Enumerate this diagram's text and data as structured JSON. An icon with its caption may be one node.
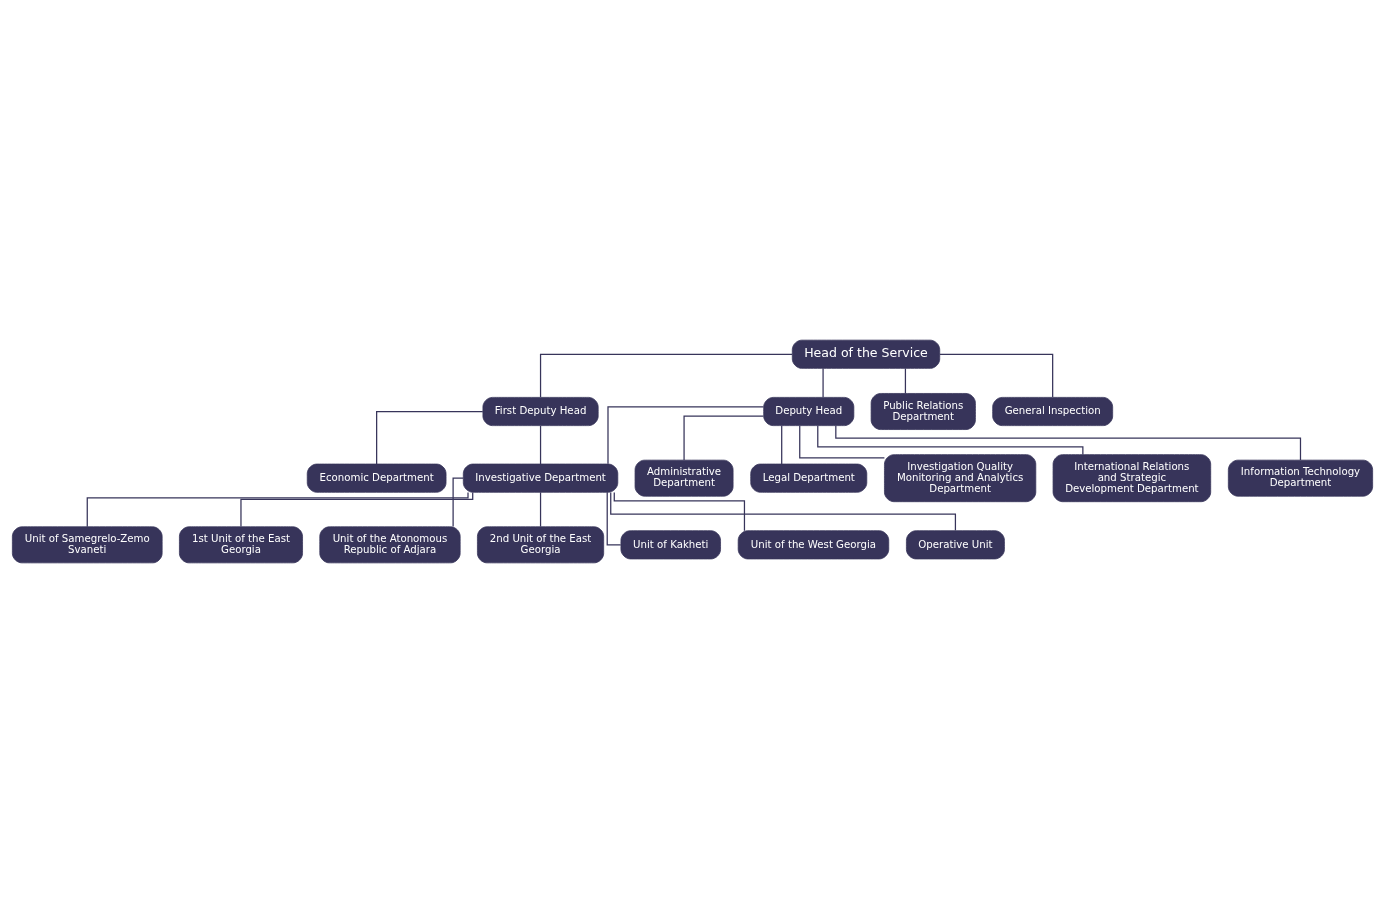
{
  "diagram": {
    "nodes": [
      {
        "text": [
          "Head of the Service"
        ]
      },
      {
        "text": [
          "First Deputy Head"
        ]
      },
      {
        "text": [
          "Deputy Head"
        ]
      },
      {
        "text": [
          "Public Relations Department"
        ]
      },
      {
        "text": [
          "General Inspection"
        ]
      },
      {
        "text": [
          "Economic Department"
        ]
      },
      {
        "text": [
          "Investigative Department"
        ]
      },
      {
        "text": [
          "Administrative Department"
        ]
      },
      {
        "text": [
          "Legal Department"
        ]
      },
      {
        "text": [
          "Investigation Quality Monitoring and Analytics Department"
        ]
      },
      {
        "text": [
          "International Relations and Strategic Development Department"
        ]
      },
      {
        "text": [
          "Information Technology Department"
        ]
      },
      {
        "text": [
          "Unit of Samegrelo-Zemo Svaneti"
        ]
      },
      {
        "text": [
          "1st Unit of the East Georgia"
        ]
      },
      {
        "text": [
          "Unit of the Atonomous Republic of Adjara"
        ]
      },
      {
        "text": [
          "2nd Unit of the East Georgia"
        ]
      },
      {
        "text": [
          "Unit of Kakheti"
        ]
      },
      {
        "text": [
          "Unit of the West Georgia"
        ]
      },
      {
        "text": [
          "Operative Unit"
        ]
      }
    ],
    "edges": [
      {
        "from": 0,
        "to": 1,
        "arrow": "none"
      },
      {
        "from": 0,
        "to": 2,
        "arrow": "none"
      },
      {
        "from": 0,
        "to": 3,
        "arrow": "none"
      },
      {
        "from": 0,
        "to": 4,
        "arrow": "none"
      },
      {
        "from": 1,
        "to": 5,
        "arrow": "none"
      },
      {
        "from": 1,
        "to": 6,
        "arrow": "none"
      },
      {
        "from": 2,
        "to": 6,
        "arrow": "none"
      },
      {
        "from": 2,
        "to": 7,
        "arrow": "none"
      },
      {
        "from": 2,
        "to": 8,
        "arrow": "none"
      },
      {
        "from": 2,
        "to": 9,
        "arrow": "none"
      },
      {
        "from": 2,
        "to": 10,
        "arrow": "none"
      },
      {
        "from": 2,
        "to": 11,
        "arrow": "none"
      },
      {
        "from": 6,
        "to": 12,
        "arrow": "none"
      },
      {
        "from": 6,
        "to": 13,
        "arrow": "none"
      },
      {
        "from": 6,
        "to": 14,
        "arrow": "none"
      },
      {
        "from": 6,
        "to": 15,
        "arrow": "none"
      },
      {
        "from": 6,
        "to": 16,
        "arrow": "none"
      },
      {
        "from": 6,
        "to": 17,
        "arrow": "none"
      },
      {
        "from": 6,
        "to": 18,
        "arrow": "none"
      }
    ]
  }
}
